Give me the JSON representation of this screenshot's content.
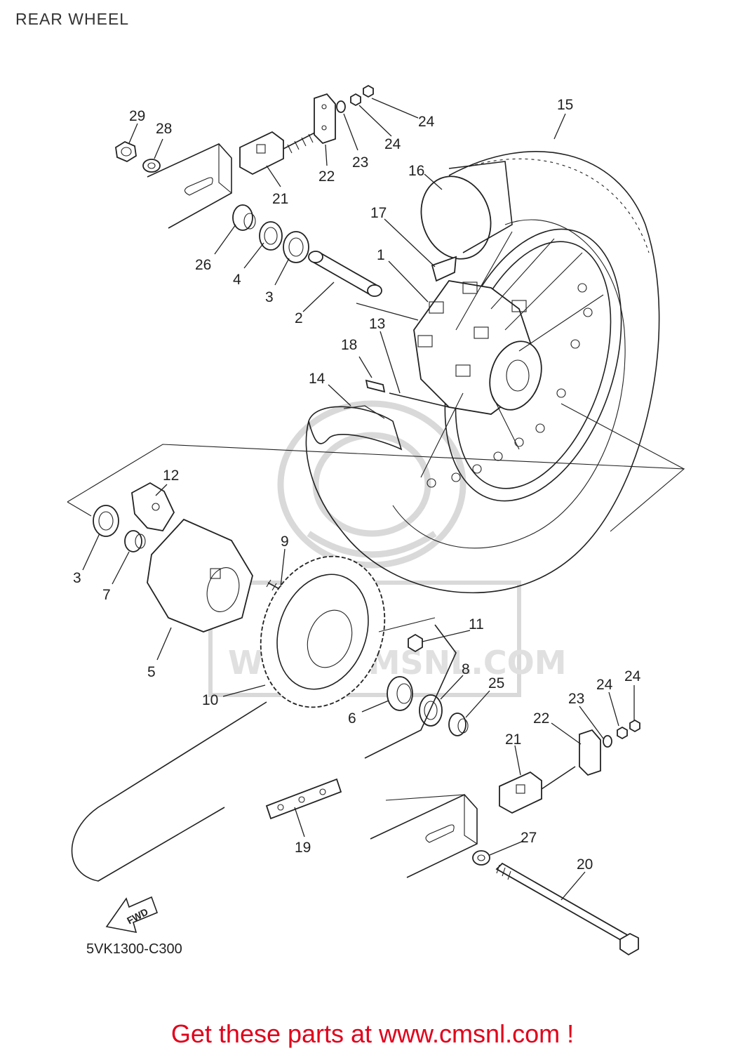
{
  "title": "REAR WHEEL",
  "diagram_code": "5VK1300-C300",
  "fwd_label": "FWD",
  "watermark": "WWW.CMSNL.COM",
  "cta": "Get these parts at www.cmsnl.com !",
  "colors": {
    "cta": "#e0001a",
    "line": "#222222",
    "watermark": "#d9d9d9"
  },
  "callouts": [
    {
      "id": "c29",
      "label": "29"
    },
    {
      "id": "c28",
      "label": "28"
    },
    {
      "id": "c21a",
      "label": "21"
    },
    {
      "id": "c22a",
      "label": "22"
    },
    {
      "id": "c23a",
      "label": "23"
    },
    {
      "id": "c24a",
      "label": "24"
    },
    {
      "id": "c24b",
      "label": "24"
    },
    {
      "id": "c15",
      "label": "15"
    },
    {
      "id": "c16",
      "label": "16"
    },
    {
      "id": "c17",
      "label": "17"
    },
    {
      "id": "c26",
      "label": "26"
    },
    {
      "id": "c4",
      "label": "4"
    },
    {
      "id": "c3a",
      "label": "3"
    },
    {
      "id": "c1",
      "label": "1"
    },
    {
      "id": "c2",
      "label": "2"
    },
    {
      "id": "c13",
      "label": "13"
    },
    {
      "id": "c18",
      "label": "18"
    },
    {
      "id": "c14",
      "label": "14"
    },
    {
      "id": "c12",
      "label": "12"
    },
    {
      "id": "c9",
      "label": "9"
    },
    {
      "id": "c3b",
      "label": "3"
    },
    {
      "id": "c7",
      "label": "7"
    },
    {
      "id": "c5",
      "label": "5"
    },
    {
      "id": "c11",
      "label": "11"
    },
    {
      "id": "c10",
      "label": "10"
    },
    {
      "id": "c8",
      "label": "8"
    },
    {
      "id": "c25",
      "label": "25"
    },
    {
      "id": "c6",
      "label": "6"
    },
    {
      "id": "c24c",
      "label": "24"
    },
    {
      "id": "c24d",
      "label": "24"
    },
    {
      "id": "c23b",
      "label": "23"
    },
    {
      "id": "c22b",
      "label": "22"
    },
    {
      "id": "c21b",
      "label": "21"
    },
    {
      "id": "c27",
      "label": "27"
    },
    {
      "id": "c20",
      "label": "20"
    },
    {
      "id": "c19",
      "label": "19"
    }
  ]
}
